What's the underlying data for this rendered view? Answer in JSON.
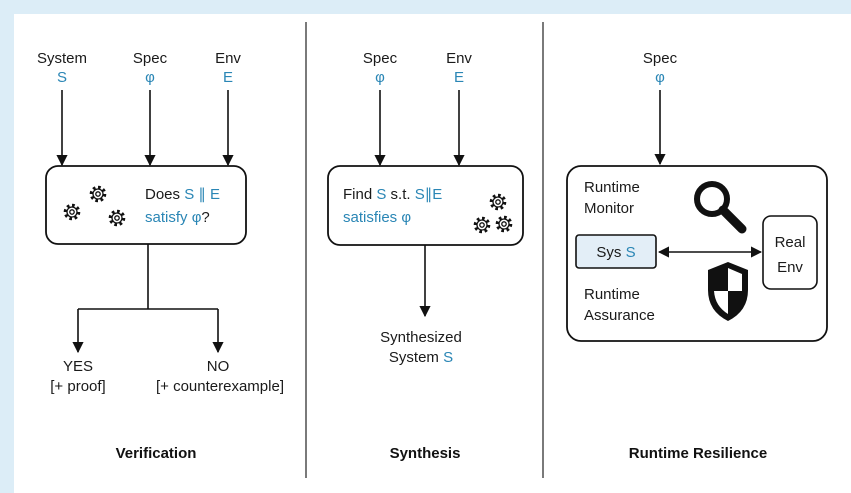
{
  "colors": {
    "background": "#dcedf7",
    "panel": "#ffffff",
    "accent": "#2a86b5",
    "ink": "#111111",
    "sys_box_fill": "#e3eef7"
  },
  "verification": {
    "inputs": [
      {
        "label": "System",
        "symbol": "S"
      },
      {
        "label": "Spec",
        "symbol": "φ"
      },
      {
        "label": "Env",
        "symbol": "E"
      }
    ],
    "box": {
      "line1_prefix": "Does ",
      "line1_s": "S",
      "line1_par": " ∥ ",
      "line1_e": "E",
      "line2_word": "satisfy ",
      "line2_phi": "φ",
      "line2_q": "?",
      "icon": "gears-icon"
    },
    "yes": {
      "label": "YES",
      "detail": "[+ proof]"
    },
    "no": {
      "label": "NO",
      "detail": "[+ counterexample]"
    },
    "title": "Verification"
  },
  "synthesis": {
    "inputs": [
      {
        "label": "Spec",
        "symbol": "φ"
      },
      {
        "label": "Env",
        "symbol": "E"
      }
    ],
    "box": {
      "find": "Find ",
      "s": "S",
      "st": " s.t. ",
      "s2": "S",
      "par": "∥",
      "e": "E",
      "satisfies": "satisfies ",
      "phi": "φ",
      "icon": "gears-icon"
    },
    "output": {
      "line1": "Synthesized",
      "line2_word": "System ",
      "line2_symbol": "S"
    },
    "title": "Synthesis"
  },
  "resilience": {
    "input": {
      "label": "Spec",
      "symbol": "φ"
    },
    "monitor_line1": "Runtime",
    "monitor_line2": "Monitor",
    "sys_word": "Sys ",
    "sys_symbol": "S",
    "env_line1": "Real",
    "env_line2": "Env",
    "assurance_line1": "Runtime",
    "assurance_line2": "Assurance",
    "monitor_icon": "magnifier-icon",
    "assurance_icon": "shield-icon",
    "title": "Runtime Resilience"
  }
}
